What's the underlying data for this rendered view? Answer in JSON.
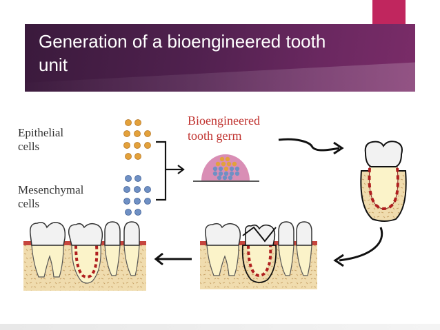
{
  "slide": {
    "title": "Generation of a bioengineered tooth unit"
  },
  "labels": {
    "epithelial": "Epithelial\ncells",
    "mesenchymal": "Mesenchymal\ncells",
    "germ": "Bioengineered\ntooth germ"
  },
  "colors": {
    "banner": "#51214f",
    "accent": "#c0265e",
    "epithelial_cell": "#e3a13b",
    "mesenchymal_cell": "#6f90c4",
    "germ_dome": "#d27aa8",
    "label_red": "#c0322f",
    "bone": "#f0dcae",
    "gum": "#c6453e",
    "enamel": "#f2f2f2",
    "dentin": "#fbf3c9"
  }
}
